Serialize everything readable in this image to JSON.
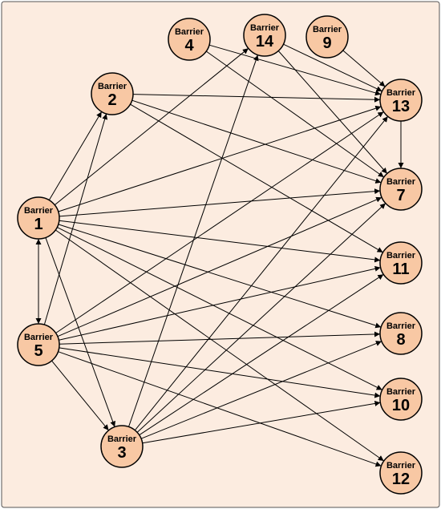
{
  "diagram": {
    "background_color": "#fcece0",
    "node_fill": "#f8c8a4",
    "node_word": "Barrier",
    "nodes": [
      {
        "id": "1",
        "label": "1"
      },
      {
        "id": "2",
        "label": "2"
      },
      {
        "id": "3",
        "label": "3"
      },
      {
        "id": "4",
        "label": "4"
      },
      {
        "id": "5",
        "label": "5"
      },
      {
        "id": "7",
        "label": "7"
      },
      {
        "id": "8",
        "label": "8"
      },
      {
        "id": "9",
        "label": "9"
      },
      {
        "id": "10",
        "label": "10"
      },
      {
        "id": "11",
        "label": "11"
      },
      {
        "id": "12",
        "label": "12"
      },
      {
        "id": "13",
        "label": "13"
      },
      {
        "id": "14",
        "label": "14"
      }
    ],
    "edges": [
      {
        "from": "1",
        "to": "5",
        "bidirectional": true
      },
      {
        "from": "1",
        "to": "2"
      },
      {
        "from": "1",
        "to": "14"
      },
      {
        "from": "1",
        "to": "13"
      },
      {
        "from": "1",
        "to": "7"
      },
      {
        "from": "1",
        "to": "11"
      },
      {
        "from": "1",
        "to": "8"
      },
      {
        "from": "1",
        "to": "10"
      },
      {
        "from": "1",
        "to": "12"
      },
      {
        "from": "1",
        "to": "3"
      },
      {
        "from": "5",
        "to": "2"
      },
      {
        "from": "5",
        "to": "13"
      },
      {
        "from": "5",
        "to": "7"
      },
      {
        "from": "5",
        "to": "11"
      },
      {
        "from": "5",
        "to": "8"
      },
      {
        "from": "5",
        "to": "10"
      },
      {
        "from": "5",
        "to": "12"
      },
      {
        "from": "5",
        "to": "3"
      },
      {
        "from": "2",
        "to": "13"
      },
      {
        "from": "2",
        "to": "7"
      },
      {
        "from": "2",
        "to": "11"
      },
      {
        "from": "4",
        "to": "13"
      },
      {
        "from": "4",
        "to": "7"
      },
      {
        "from": "14",
        "to": "13"
      },
      {
        "from": "14",
        "to": "7"
      },
      {
        "from": "9",
        "to": "13"
      },
      {
        "from": "13",
        "to": "7"
      },
      {
        "from": "3",
        "to": "14"
      },
      {
        "from": "3",
        "to": "13"
      },
      {
        "from": "3",
        "to": "7"
      },
      {
        "from": "3",
        "to": "11"
      },
      {
        "from": "3",
        "to": "8"
      },
      {
        "from": "3",
        "to": "10"
      }
    ]
  }
}
